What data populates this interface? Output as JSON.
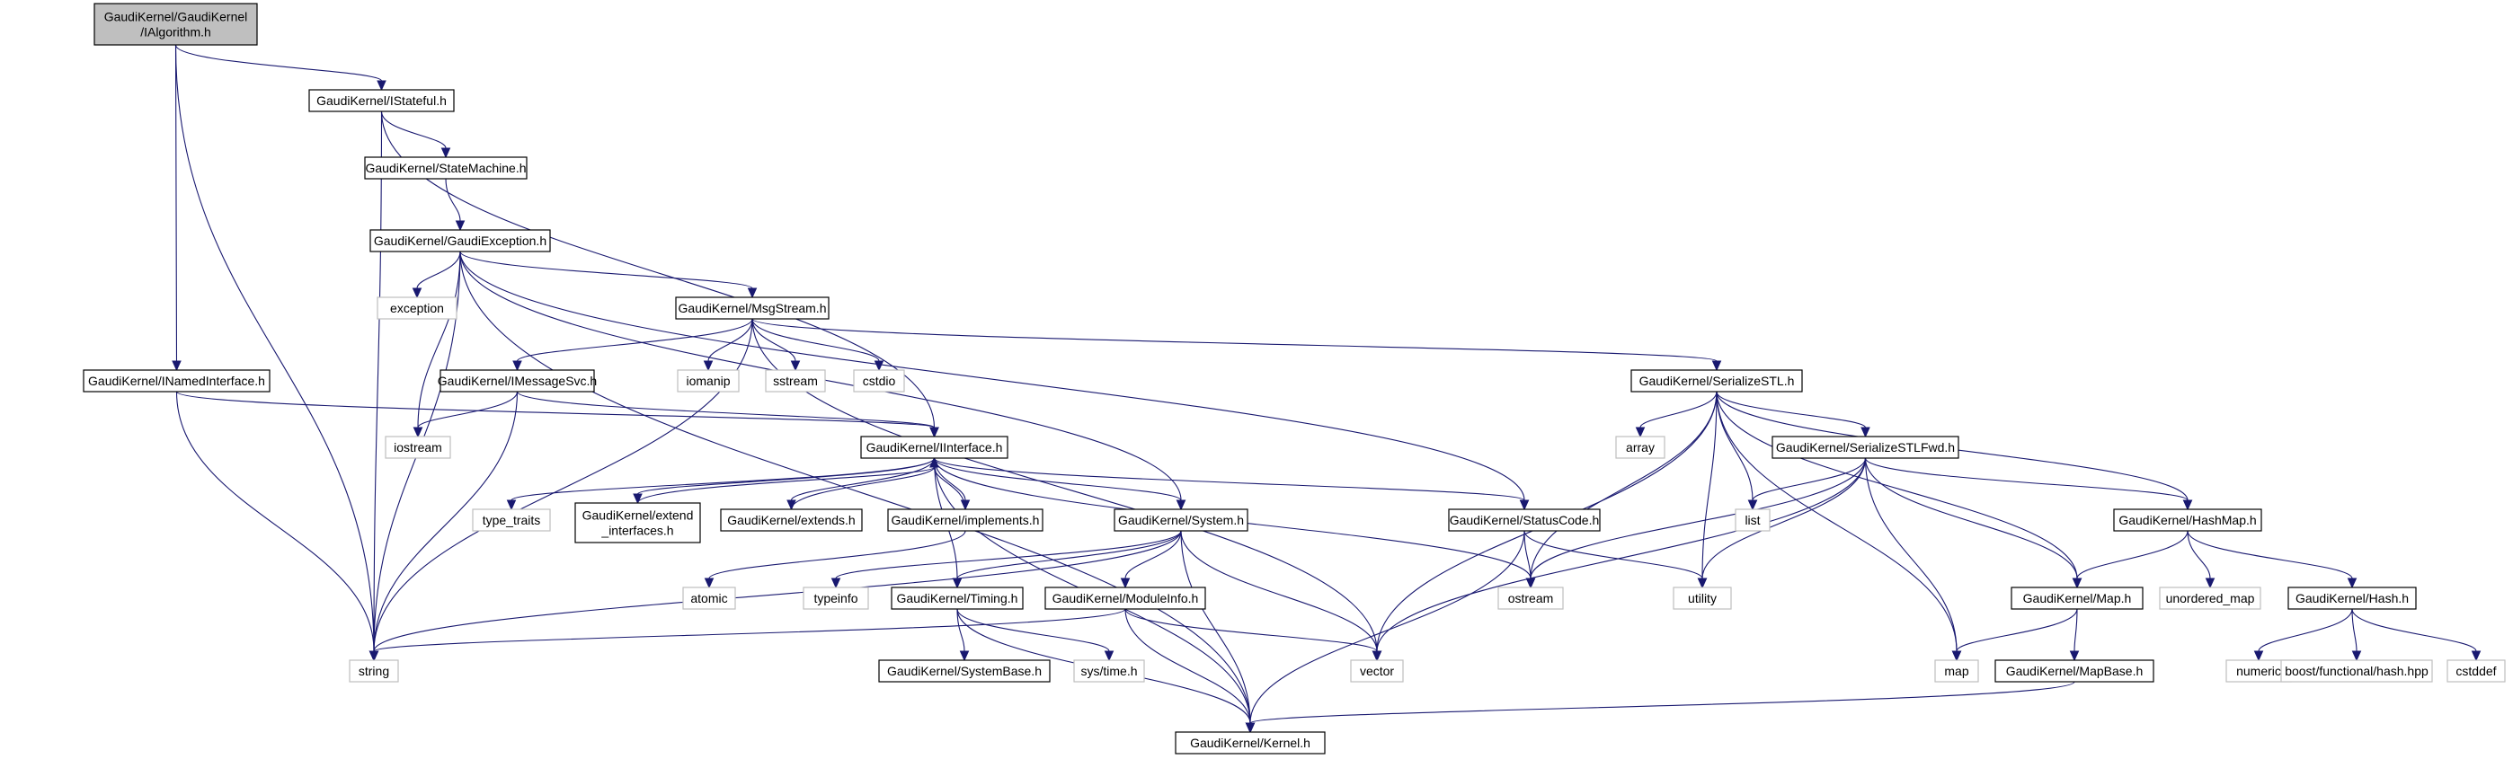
{
  "colors": {
    "edge": "#191970",
    "root_fill": "#bfbfbf",
    "node_border": "#000000",
    "system_border": "#bfbfbf",
    "background": "#ffffff"
  },
  "nodes": [
    {
      "id": "root",
      "lines": [
        "GaudiKernel/GaudiKernel",
        "/IAlgorithm.h"
      ],
      "kind": "root"
    },
    {
      "id": "istateful",
      "lines": [
        "GaudiKernel/IStateful.h"
      ],
      "kind": "primary"
    },
    {
      "id": "statemachine",
      "lines": [
        "GaudiKernel/StateMachine.h"
      ],
      "kind": "primary"
    },
    {
      "id": "gaudiexception",
      "lines": [
        "GaudiKernel/GaudiException.h"
      ],
      "kind": "primary"
    },
    {
      "id": "exception",
      "lines": [
        "exception"
      ],
      "kind": "system"
    },
    {
      "id": "msgstream",
      "lines": [
        "GaudiKernel/MsgStream.h"
      ],
      "kind": "primary"
    },
    {
      "id": "inamedinterface",
      "lines": [
        "GaudiKernel/INamedInterface.h"
      ],
      "kind": "primary"
    },
    {
      "id": "imessagesvc",
      "lines": [
        "GaudiKernel/IMessageSvc.h"
      ],
      "kind": "primary"
    },
    {
      "id": "iomanip",
      "lines": [
        "iomanip"
      ],
      "kind": "system"
    },
    {
      "id": "sstream",
      "lines": [
        "sstream"
      ],
      "kind": "system"
    },
    {
      "id": "cstdio",
      "lines": [
        "cstdio"
      ],
      "kind": "system"
    },
    {
      "id": "iostream",
      "lines": [
        "iostream"
      ],
      "kind": "system"
    },
    {
      "id": "iinterface",
      "lines": [
        "GaudiKernel/IInterface.h"
      ],
      "kind": "primary"
    },
    {
      "id": "serializestl",
      "lines": [
        "GaudiKernel/SerializeSTL.h"
      ],
      "kind": "primary"
    },
    {
      "id": "array",
      "lines": [
        "array"
      ],
      "kind": "system"
    },
    {
      "id": "serializestlfwd",
      "lines": [
        "GaudiKernel/SerializeSTLFwd.h"
      ],
      "kind": "primary"
    },
    {
      "id": "typetraits",
      "lines": [
        "type_traits"
      ],
      "kind": "system"
    },
    {
      "id": "extendinterfaces",
      "lines": [
        "GaudiKernel/extend",
        "_interfaces.h"
      ],
      "kind": "primary"
    },
    {
      "id": "extends",
      "lines": [
        "GaudiKernel/extends.h"
      ],
      "kind": "primary"
    },
    {
      "id": "implements",
      "lines": [
        "GaudiKernel/implements.h"
      ],
      "kind": "primary"
    },
    {
      "id": "system",
      "lines": [
        "GaudiKernel/System.h"
      ],
      "kind": "primary"
    },
    {
      "id": "statuscode",
      "lines": [
        "GaudiKernel/StatusCode.h"
      ],
      "kind": "primary"
    },
    {
      "id": "list",
      "lines": [
        "list"
      ],
      "kind": "system"
    },
    {
      "id": "hashmap",
      "lines": [
        "GaudiKernel/HashMap.h"
      ],
      "kind": "primary"
    },
    {
      "id": "atomic",
      "lines": [
        "atomic"
      ],
      "kind": "system"
    },
    {
      "id": "typeinfo",
      "lines": [
        "typeinfo"
      ],
      "kind": "system"
    },
    {
      "id": "timing",
      "lines": [
        "GaudiKernel/Timing.h"
      ],
      "kind": "primary"
    },
    {
      "id": "moduleinfo",
      "lines": [
        "GaudiKernel/ModuleInfo.h"
      ],
      "kind": "primary"
    },
    {
      "id": "ostream",
      "lines": [
        "ostream"
      ],
      "kind": "system"
    },
    {
      "id": "utility",
      "lines": [
        "utility"
      ],
      "kind": "system"
    },
    {
      "id": "maph",
      "lines": [
        "GaudiKernel/Map.h"
      ],
      "kind": "primary"
    },
    {
      "id": "unorderedmap",
      "lines": [
        "unordered_map"
      ],
      "kind": "system"
    },
    {
      "id": "hash",
      "lines": [
        "GaudiKernel/Hash.h"
      ],
      "kind": "primary"
    },
    {
      "id": "string",
      "lines": [
        "string"
      ],
      "kind": "system"
    },
    {
      "id": "systembase",
      "lines": [
        "GaudiKernel/SystemBase.h"
      ],
      "kind": "primary"
    },
    {
      "id": "systime",
      "lines": [
        "sys/time.h"
      ],
      "kind": "system"
    },
    {
      "id": "vector",
      "lines": [
        "vector"
      ],
      "kind": "system"
    },
    {
      "id": "map",
      "lines": [
        "map"
      ],
      "kind": "system"
    },
    {
      "id": "mapbase",
      "lines": [
        "GaudiKernel/MapBase.h"
      ],
      "kind": "primary"
    },
    {
      "id": "numeric",
      "lines": [
        "numeric"
      ],
      "kind": "system"
    },
    {
      "id": "boosthash",
      "lines": [
        "boost/functional/hash.hpp"
      ],
      "kind": "system"
    },
    {
      "id": "cstddef",
      "lines": [
        "cstddef"
      ],
      "kind": "system"
    },
    {
      "id": "kernel",
      "lines": [
        "GaudiKernel/Kernel.h"
      ],
      "kind": "primary"
    }
  ],
  "edges": [
    [
      "root",
      "istateful"
    ],
    [
      "root",
      "inamedinterface"
    ],
    [
      "root",
      "string"
    ],
    [
      "istateful",
      "statemachine"
    ],
    [
      "istateful",
      "string"
    ],
    [
      "istateful",
      "iinterface"
    ],
    [
      "statemachine",
      "gaudiexception"
    ],
    [
      "gaudiexception",
      "exception"
    ],
    [
      "gaudiexception",
      "msgstream"
    ],
    [
      "gaudiexception",
      "string"
    ],
    [
      "gaudiexception",
      "iostream"
    ],
    [
      "gaudiexception",
      "statuscode"
    ],
    [
      "gaudiexception",
      "system"
    ],
    [
      "gaudiexception",
      "kernel"
    ],
    [
      "msgstream",
      "imessagesvc"
    ],
    [
      "msgstream",
      "iomanip"
    ],
    [
      "msgstream",
      "sstream"
    ],
    [
      "msgstream",
      "cstdio"
    ],
    [
      "msgstream",
      "string"
    ],
    [
      "msgstream",
      "vector"
    ],
    [
      "msgstream",
      "serializestl"
    ],
    [
      "inamedinterface",
      "iinterface"
    ],
    [
      "inamedinterface",
      "string"
    ],
    [
      "imessagesvc",
      "iinterface"
    ],
    [
      "imessagesvc",
      "string"
    ],
    [
      "imessagesvc",
      "iostream"
    ],
    [
      "iinterface",
      "typetraits"
    ],
    [
      "iinterface",
      "extendinterfaces"
    ],
    [
      "iinterface",
      "extends"
    ],
    [
      "iinterface",
      "implements"
    ],
    [
      "iinterface",
      "system"
    ],
    [
      "iinterface",
      "statuscode"
    ],
    [
      "iinterface",
      "ostream"
    ],
    [
      "iinterface",
      "kernel"
    ],
    [
      "iinterface",
      "timing"
    ],
    [
      "extendinterfaces",
      "iinterface"
    ],
    [
      "extends",
      "iinterface"
    ],
    [
      "implements",
      "iinterface"
    ],
    [
      "implements",
      "atomic"
    ],
    [
      "system",
      "typeinfo"
    ],
    [
      "system",
      "timing"
    ],
    [
      "system",
      "moduleinfo"
    ],
    [
      "system",
      "string"
    ],
    [
      "system",
      "vector"
    ],
    [
      "system",
      "kernel"
    ],
    [
      "timing",
      "systembase"
    ],
    [
      "timing",
      "systime"
    ],
    [
      "timing",
      "kernel"
    ],
    [
      "moduleinfo",
      "string"
    ],
    [
      "moduleinfo",
      "vector"
    ],
    [
      "moduleinfo",
      "kernel"
    ],
    [
      "statuscode",
      "ostream"
    ],
    [
      "statuscode",
      "utility"
    ],
    [
      "statuscode",
      "kernel"
    ],
    [
      "serializestl",
      "array"
    ],
    [
      "serializestl",
      "list"
    ],
    [
      "serializestl",
      "serializestlfwd"
    ],
    [
      "serializestl",
      "vector"
    ],
    [
      "serializestl",
      "ostream"
    ],
    [
      "serializestl",
      "utility"
    ],
    [
      "serializestl",
      "map"
    ],
    [
      "serializestl",
      "maph"
    ],
    [
      "serializestl",
      "hashmap"
    ],
    [
      "serializestlfwd",
      "list"
    ],
    [
      "serializestlfwd",
      "ostream"
    ],
    [
      "serializestlfwd",
      "utility"
    ],
    [
      "serializestlfwd",
      "vector"
    ],
    [
      "serializestlfwd",
      "map"
    ],
    [
      "serializestlfwd",
      "maph"
    ],
    [
      "serializestlfwd",
      "hashmap"
    ],
    [
      "hashmap",
      "maph"
    ],
    [
      "hashmap",
      "unorderedmap"
    ],
    [
      "hashmap",
      "hash"
    ],
    [
      "maph",
      "map"
    ],
    [
      "maph",
      "mapbase"
    ],
    [
      "mapbase",
      "kernel"
    ],
    [
      "hash",
      "numeric"
    ],
    [
      "hash",
      "boosthash"
    ],
    [
      "hash",
      "cstddef"
    ]
  ]
}
